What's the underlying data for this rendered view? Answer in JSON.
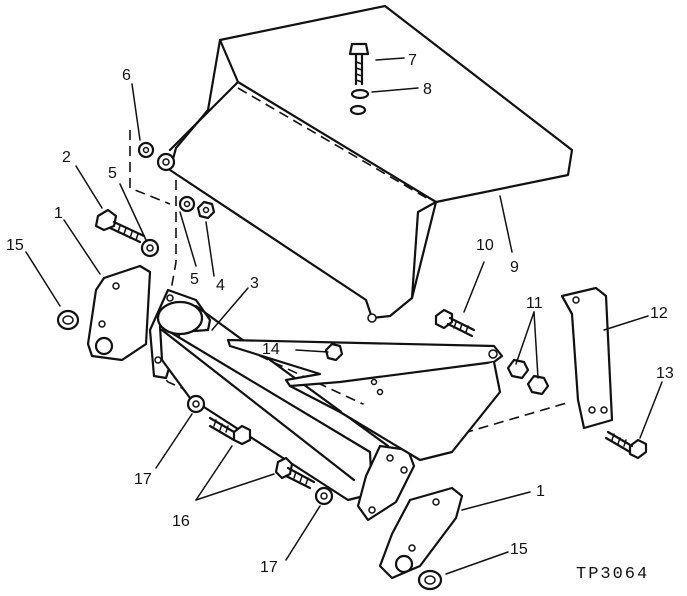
{
  "figure_code": "TP3064",
  "callouts": {
    "c1a": "1",
    "c1b": "1",
    "c2": "2",
    "c3": "3",
    "c4": "4",
    "c5a": "5",
    "c5b": "5",
    "c6": "6",
    "c7": "7",
    "c8": "8",
    "c9": "9",
    "c10": "10",
    "c11": "11",
    "c12": "12",
    "c13": "13",
    "c14": "14",
    "c15a": "15",
    "c15b": "15",
    "c16": "16",
    "c17a": "17",
    "c17b": "17"
  }
}
